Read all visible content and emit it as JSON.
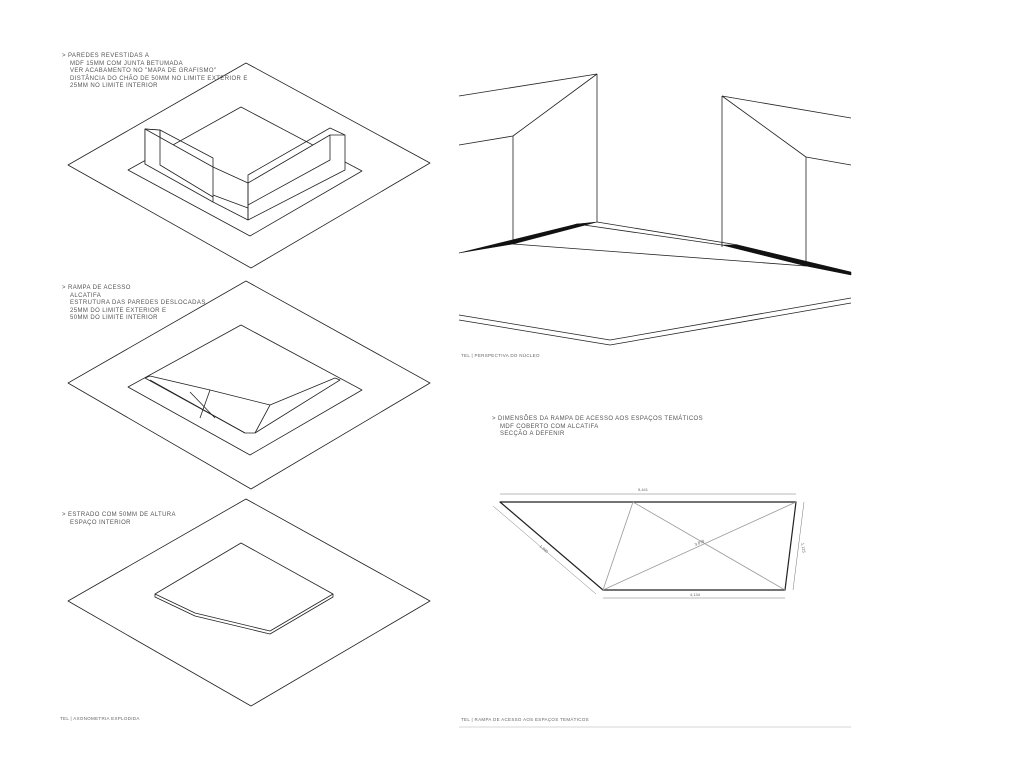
{
  "annotations": {
    "walls": {
      "lines": [
        "> PAREDES REVESTIDAS A",
        "MDF 15MM COM JUNTA BETUMADA",
        "VER ACABAMENTO NO \"MAPA DE GRAFISMO\"",
        "DISTÂNCIA DO CHÃO DE 50MM NO LIMITE EXTERIOR E",
        "25MM NO LIMITE INTERIOR"
      ]
    },
    "ramp": {
      "lines": [
        "> RAMPA DE ACESSO",
        "ALCATIFA",
        "ESTRUTURA DAS PAREDES DESLOCADAS",
        "25MM DO LIMITE EXTERIOR E",
        "50MM DO LIMITE INTERIOR"
      ]
    },
    "platform": {
      "lines": [
        "> ESTRADO COM 50MM DE ALTURA",
        "ESPAÇO INTERIOR"
      ]
    },
    "dimensions": {
      "lines": [
        "> DIMENSÕES DA RAMPA DE ACESSO AOS ESPAÇOS TEMÁTICOS",
        "MDF COBERTO COM ALCATIFA",
        "SECÇÃO A DEFENIR"
      ]
    }
  },
  "captions": {
    "axonometry": "TEL | AXONOMETRIA EXPLODIDA",
    "perspective": "TEL | PERSPECTIVA DO NÚCLEO",
    "ramp_plan": "TEL | RAMPA DE ACESSO AOS ESPAÇOS TEMÁTICOS"
  },
  "dimension_labels": {
    "top": "5,441",
    "left": "1,980",
    "right": "1,125",
    "bottom": "4,134",
    "diagonal": "3,878"
  }
}
